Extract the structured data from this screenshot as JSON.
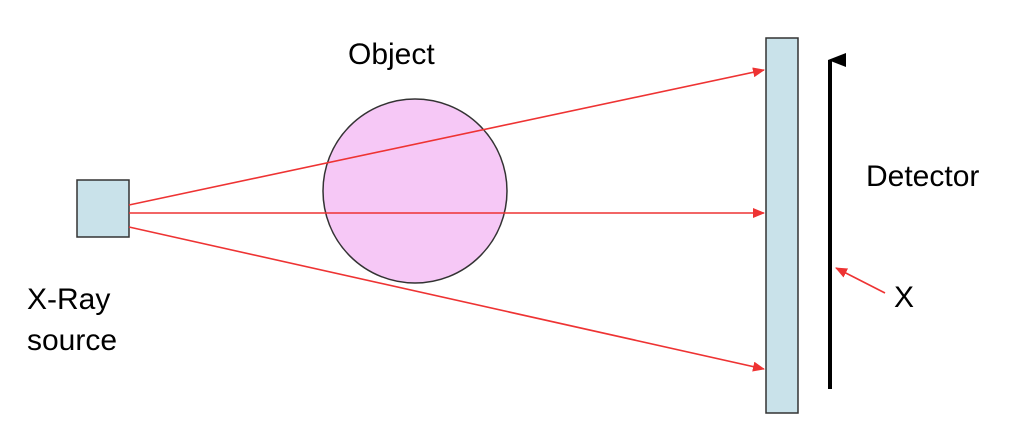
{
  "labels": {
    "object": "Object",
    "detector": "Detector",
    "x": "X",
    "source_line1": "X-Ray",
    "source_line2": "source"
  },
  "colors": {
    "source_fill": "#c9e2ea",
    "object_fill": "#f6c8f6",
    "detector_fill": "#c9e2ea",
    "ray": "#ee3333",
    "outline": "#333333",
    "axis_arrow": "#000000"
  }
}
